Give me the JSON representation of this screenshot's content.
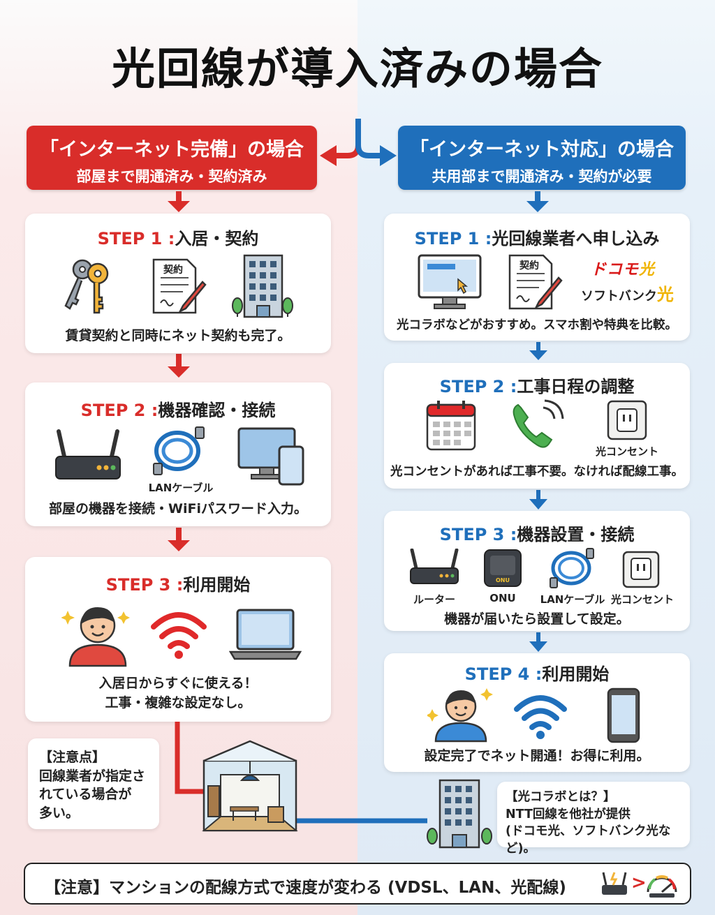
{
  "title": "光回線が導入済みの場合",
  "left": {
    "header_title": "「インターネット完備」の場合",
    "header_sub": "部屋まで開通済み・契約済み",
    "steps": [
      {
        "label": "STEP 1 :",
        "title": "入居・契約",
        "caption": "賃貸契約と同時にネット契約も完了。",
        "doc_label": "契約"
      },
      {
        "label": "STEP 2 :",
        "title": "機器確認・接続",
        "caption": "部屋の機器を接続・WiFiパスワード入力。",
        "cable_label": "LANケーブル"
      },
      {
        "label": "STEP 3 :",
        "title": "利用開始",
        "caption_line1": "入居日からすぐに使える！",
        "caption_line2": "工事・複雑な設定なし。"
      }
    ],
    "note": {
      "title": "【注意点】",
      "line1": "回線業者が指定さ",
      "line2": "れている場合が",
      "line3": "多い。"
    }
  },
  "right": {
    "header_title": "「インターネット対応」の場合",
    "header_sub": "共用部まで開通済み・契約が必要",
    "steps": [
      {
        "label": "STEP 1 :",
        "title": "光回線業者へ申し込み",
        "caption": "光コラボなどがおすすめ。スマホ割や特典を比較。",
        "doc_label": "契約",
        "brand1": "ドコモ",
        "brand1_suffix": "光",
        "brand2": "ソフトバンク",
        "brand2_suffix": "光"
      },
      {
        "label": "STEP 2 :",
        "title": "工事日程の調整",
        "caption": "光コンセントがあれば工事不要。なければ配線工事。",
        "outlet_label": "光コンセント"
      },
      {
        "label": "STEP 3 :",
        "title": "機器設置・接続",
        "caption": "機器が届いたら設置して設定。",
        "router_label": "ルーター",
        "onu_label": "ONU",
        "onu_text": "ONU",
        "cable_label": "LANケーブル",
        "outlet_label": "光コンセント"
      },
      {
        "label": "STEP 4 :",
        "title": "利用開始",
        "caption": "設定完了でネット開通！お得に利用。"
      }
    ],
    "note": {
      "title": "【光コラボとは？】",
      "line1": "NTT回線を他社が提供",
      "line2": "(ドコモ光、ソフトバンク光など)。"
    }
  },
  "footer": {
    "text": "【注意】マンションの配線方式で速度が変わる (VDSL、LAN、光配線)",
    "gt": ">"
  },
  "colors": {
    "red": "#d92d2a",
    "blue": "#1f6fbb"
  }
}
